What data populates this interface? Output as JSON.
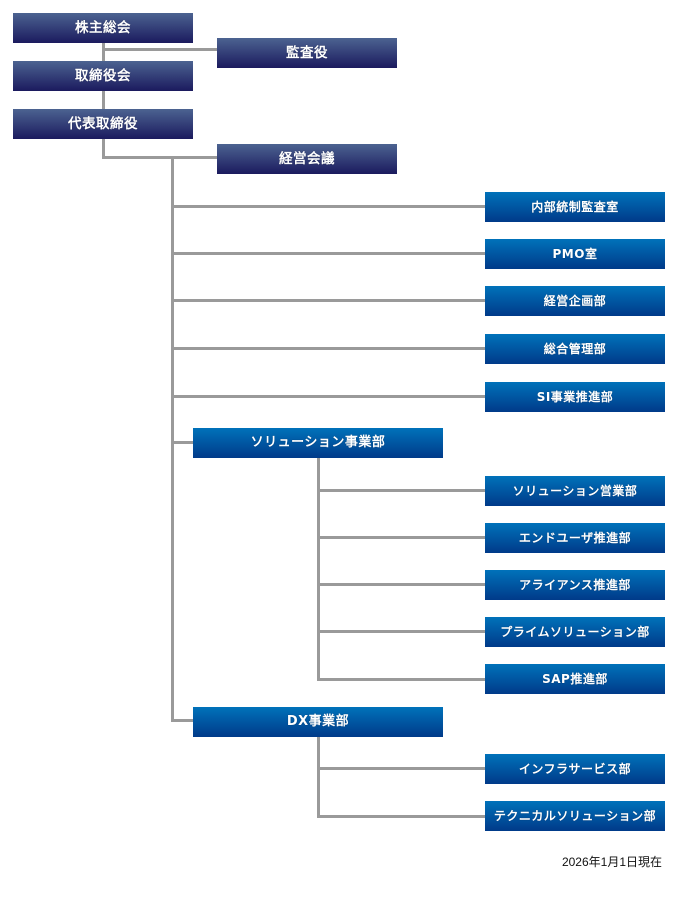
{
  "executive": {
    "shareholders_meeting": "株主総会",
    "auditor": "監査役",
    "board": "取締役会",
    "president": "代表取締役",
    "management_meeting": "経営会議"
  },
  "corporate_departments": [
    "内部統制監査室",
    "PMO室",
    "経営企画部",
    "総合管理部",
    "SI事業推進部"
  ],
  "divisions": [
    {
      "name": "ソリューション事業部",
      "departments": [
        "ソリューション営業部",
        "エンドユーザ推進部",
        "アライアンス推進部",
        "プライムソリューション部",
        "SAP推進部"
      ]
    },
    {
      "name": "DX事業部",
      "departments": [
        "インフラサービス部",
        "テクニカルソリューション部"
      ]
    }
  ],
  "as_of_date": "2026年1月1日現在",
  "colors": {
    "executive_box": "#2e3a74",
    "department_box": "#0058a6",
    "connector": "#9a9a9a"
  }
}
